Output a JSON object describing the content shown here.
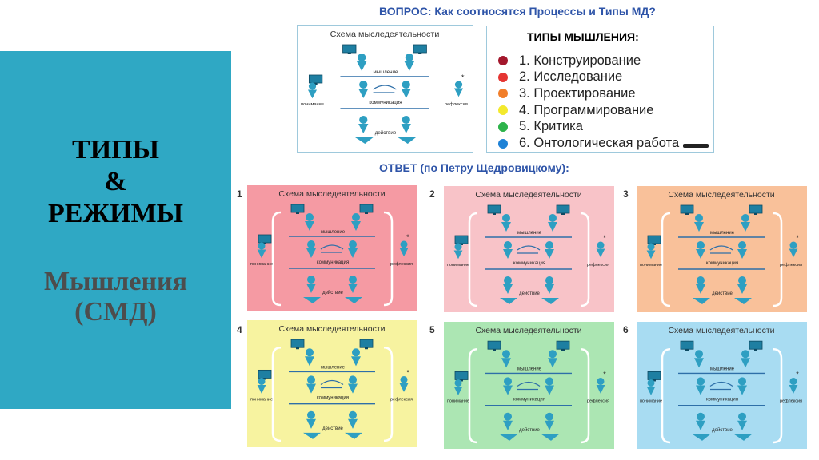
{
  "left_panel": {
    "title_lines": [
      "ТИПЫ",
      "&",
      "РЕЖИМЫ"
    ],
    "subtitle_lines": [
      "Мышления",
      "(СМД)"
    ],
    "background": "#2fa8c4"
  },
  "question": "ВОПРОС: Как соотносятся Процессы и Типы МД?",
  "answer": "ОТВЕТ (по Петру Щедровицкому):",
  "types": {
    "title": "ТИПЫ МЫШЛЕНИЯ:",
    "items": [
      {
        "label": "1. Конструирование",
        "color": "#a3172c"
      },
      {
        "label": "2. Исследование",
        "color": "#e53532"
      },
      {
        "label": "3. Проектирование",
        "color": "#f17e2a"
      },
      {
        "label": "4. Программирование",
        "color": "#f3e92d"
      },
      {
        "label": "5. Критика",
        "color": "#2db34a"
      },
      {
        "label": "6. Онтологическая работа",
        "color": "#1f82d6"
      }
    ]
  },
  "scheme": {
    "title": "Схема мыследеятельности",
    "labels": {
      "thinking": "мышление",
      "communication": "коммуникация",
      "action": "действие",
      "understanding": "понимание",
      "reflection": "рефлексия"
    },
    "star": "*"
  },
  "panels": [
    {
      "number": "1",
      "bg": "#f59aa3"
    },
    {
      "number": "2",
      "bg": "#f8c3c8"
    },
    {
      "number": "3",
      "bg": "#f9c19a"
    },
    {
      "number": "4",
      "bg": "#f7f3a0"
    },
    {
      "number": "5",
      "bg": "#ace6b3"
    },
    {
      "number": "6",
      "bg": "#a8dcf2"
    }
  ],
  "colors": {
    "heading": "#2e54a8",
    "figure": "#2e9fc2",
    "monitor": "#1e7fa2"
  }
}
